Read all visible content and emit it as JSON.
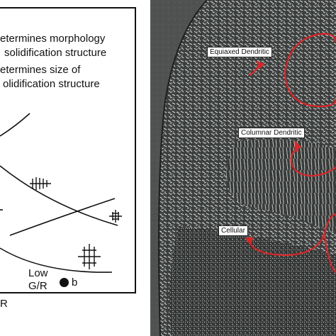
{
  "diagram": {
    "legend": [
      "etermines morphology",
      "solidification structure",
      "etermines size of",
      "olidification structure"
    ],
    "low_label": "Low",
    "ratio_label": "G/R",
    "point_label": "b",
    "axis_label": "R"
  },
  "micrograph": {
    "labels": {
      "equiaxed": "Equiaxed Dendritic",
      "columnar": "Columnar Dendritic",
      "cellular": "Cellular"
    },
    "arrow_color": "#d9262a"
  }
}
